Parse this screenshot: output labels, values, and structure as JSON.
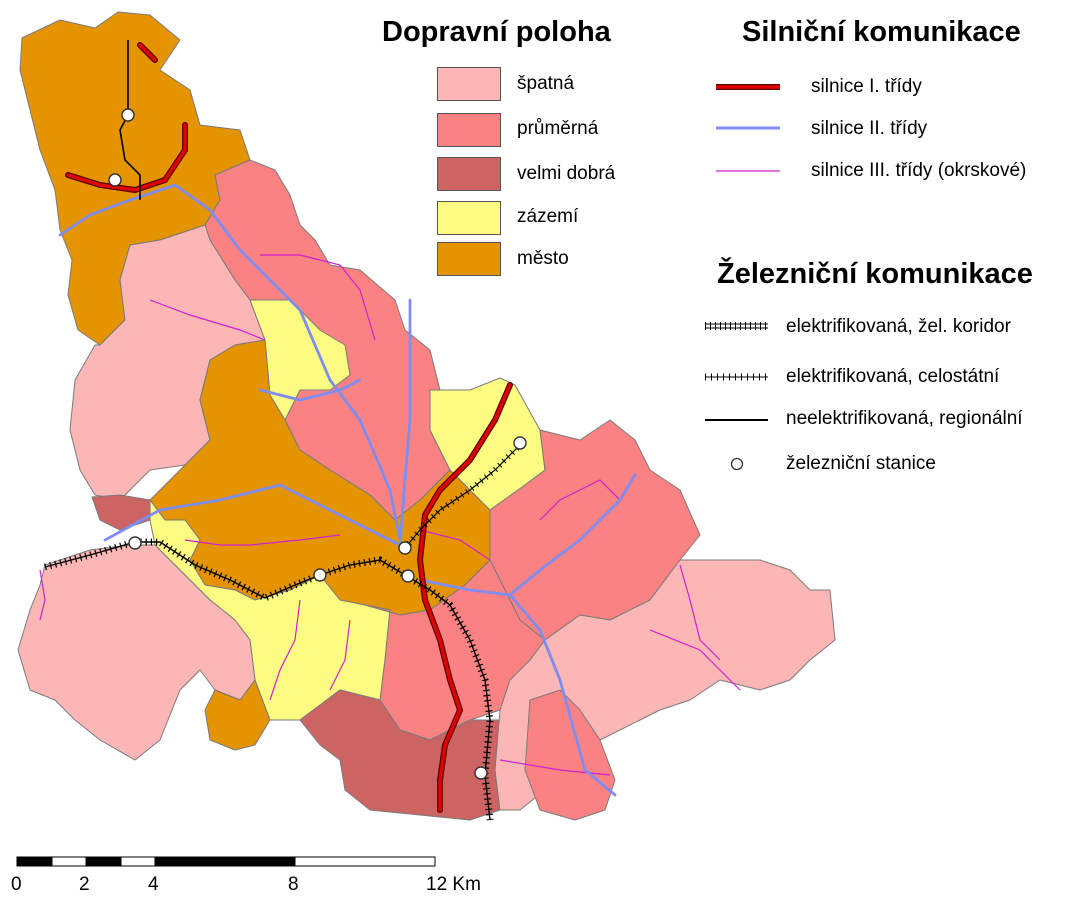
{
  "legend_position": {
    "title": "Dopravní poloha",
    "items": [
      {
        "label": "špatná",
        "color": "#fcb6b6"
      },
      {
        "label": "průměrná",
        "color": "#fa8282"
      },
      {
        "label": "velmi dobrá",
        "color": "#cd6464"
      },
      {
        "label": "zázemí",
        "color": "#fcfc82"
      },
      {
        "label": "město",
        "color": "#e39400"
      }
    ]
  },
  "legend_roads": {
    "title": "Silniční komunikace",
    "items": [
      {
        "label": "silnice I. třídy",
        "color": "#e00000",
        "casing": "#5a0000"
      },
      {
        "label": "silnice II. třídy",
        "color": "#7f8cf0"
      },
      {
        "label": "silnice III. třídy (okrskové)",
        "color": "#d020d0"
      }
    ]
  },
  "legend_rail": {
    "title": "Železniční komunikace",
    "items": [
      {
        "label": "elektrifikovaná, žel. koridor",
        "symbol": "double-hatched-line"
      },
      {
        "label": "elektrifikovaná, celostátní",
        "symbol": "hatched-line"
      },
      {
        "label": "neelektrifikovaná, regionální",
        "symbol": "solid-black-line"
      },
      {
        "label": "železniční stanice",
        "symbol": "station-circle"
      }
    ]
  },
  "scale_bar": {
    "labels": [
      "0",
      "2",
      "4",
      "8",
      "12 Km"
    ]
  }
}
